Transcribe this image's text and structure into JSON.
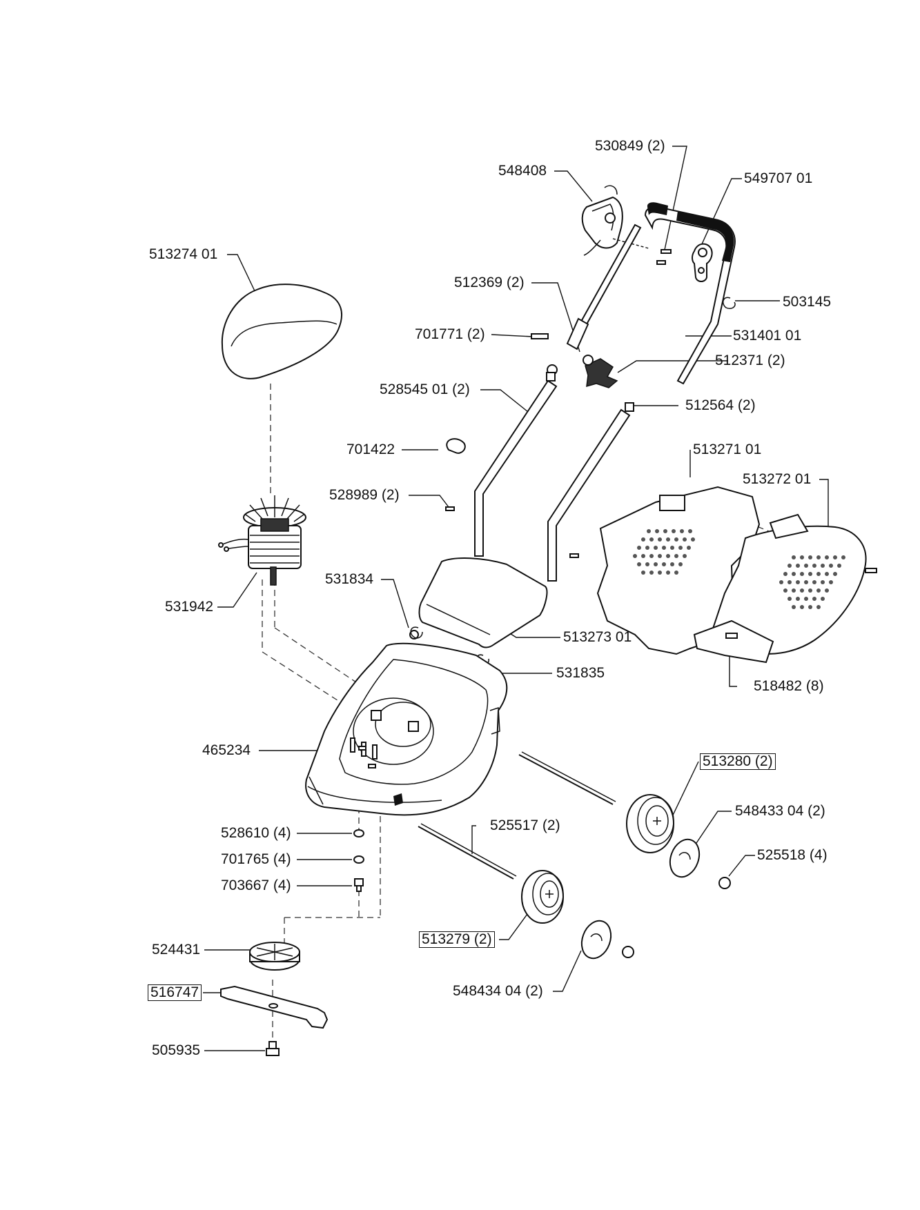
{
  "parts": {
    "p530849": "530849 (2)",
    "p548408": "548408",
    "p549707": "549707 01",
    "p513274": "513274 01",
    "p512369": "512369 (2)",
    "p503145": "503145",
    "p701771": "701771 (2)",
    "p531401": "531401 01",
    "p512371": "512371 (2)",
    "p528545": "528545 01 (2)",
    "p512564": "512564 (2)",
    "p701422": "701422",
    "p513271": "513271 01",
    "p513272": "513272 01",
    "p528989": "528989 (2)",
    "p531834": "531834",
    "p531942": "531942",
    "p513273": "513273 01",
    "p531835": "531835",
    "p518482": "518482 (8)",
    "p465234": "465234",
    "p513280": "513280 (2)",
    "p548433": "548433 04 (2)",
    "p525517": "525517 (2)",
    "p528610": "528610 (4)",
    "p525518": "525518 (4)",
    "p701765": "701765 (4)",
    "p703667": "703667 (4)",
    "p513279": "513279 (2)",
    "p524431": "524431",
    "p548434": "548434 04 (2)",
    "p516747": "516747",
    "p505935": "505935"
  }
}
